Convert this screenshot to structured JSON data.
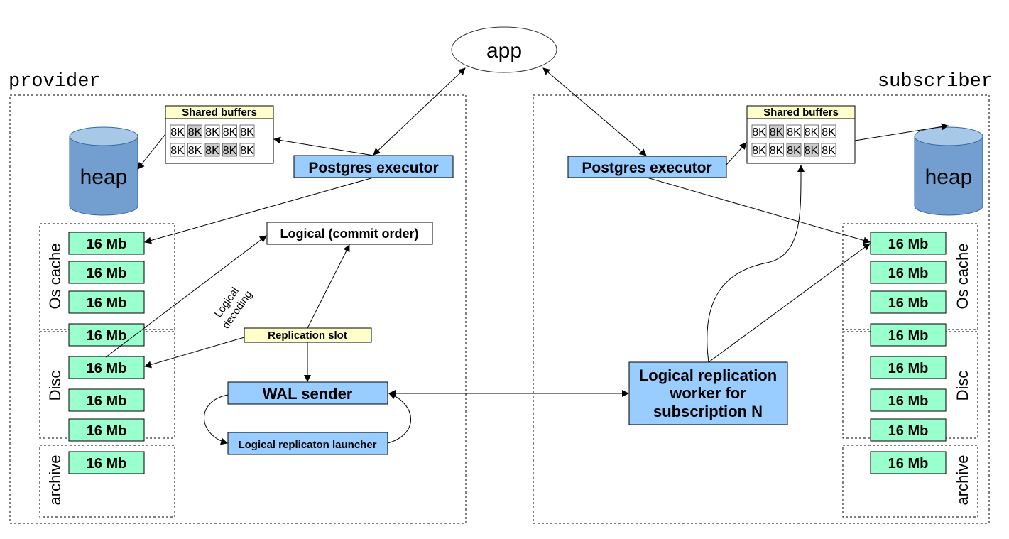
{
  "app": {
    "label": "app"
  },
  "provider": {
    "title": "provider",
    "shared_buffers": {
      "title": "Shared buffers",
      "rows": [
        [
          {
            "label": "8K",
            "dirty": false
          },
          {
            "label": "8K",
            "dirty": true
          },
          {
            "label": "8K",
            "dirty": false
          },
          {
            "label": "8K",
            "dirty": false
          },
          {
            "label": "8K",
            "dirty": false
          }
        ],
        [
          {
            "label": "8K",
            "dirty": false
          },
          {
            "label": "8K",
            "dirty": false
          },
          {
            "label": "8K",
            "dirty": true
          },
          {
            "label": "8K",
            "dirty": true
          },
          {
            "label": "8K",
            "dirty": false
          }
        ]
      ]
    },
    "heap": {
      "label": "heap"
    },
    "executor": {
      "label": "Postgres executor"
    },
    "os_cache": {
      "label": "Os cache",
      "segments": [
        "16 Mb",
        "16 Mb",
        "16 Mb"
      ]
    },
    "disc": {
      "label": "Disc",
      "segments": [
        "16 Mb",
        "16 Mb",
        "16 Mb",
        "16 Mb"
      ]
    },
    "archive": {
      "label": "archive",
      "segments": [
        "16 Mb"
      ]
    },
    "logical_commit_order": {
      "label": "Logical (commit order)"
    },
    "logical_decoding": {
      "line1": "Logical",
      "line2": "decoding"
    },
    "replication_slot": {
      "label": "Replication slot"
    },
    "wal_sender": {
      "label": "WAL sender"
    },
    "launcher": {
      "label": "Logical replicaton launcher"
    }
  },
  "subscriber": {
    "title": "subscriber",
    "shared_buffers": {
      "title": "Shared buffers",
      "rows": [
        [
          {
            "label": "8K",
            "dirty": false
          },
          {
            "label": "8K",
            "dirty": true
          },
          {
            "label": "8K",
            "dirty": false
          },
          {
            "label": "8K",
            "dirty": false
          },
          {
            "label": "8K",
            "dirty": false
          }
        ],
        [
          {
            "label": "8K",
            "dirty": false
          },
          {
            "label": "8K",
            "dirty": false
          },
          {
            "label": "8K",
            "dirty": true
          },
          {
            "label": "8K",
            "dirty": true
          },
          {
            "label": "8K",
            "dirty": false
          }
        ]
      ]
    },
    "heap": {
      "label": "heap"
    },
    "executor": {
      "label": "Postgres executor"
    },
    "os_cache": {
      "label": "Os cache",
      "segments": [
        "16 Mb",
        "16 Mb",
        "16 Mb"
      ]
    },
    "disc": {
      "label": "Disc",
      "segments": [
        "16 Mb",
        "16 Mb",
        "16 Mb",
        "16 Mb"
      ]
    },
    "archive": {
      "label": "archive",
      "segments": [
        "16 Mb"
      ]
    },
    "worker": {
      "line1": "Logical replication",
      "line2": "worker for",
      "line3": "subscription N"
    }
  },
  "colors": {
    "process_fill": "#99ccff",
    "segment_fill": "#99ffcc",
    "label_fill": "#ffffcc",
    "heap_fill": "#729fcf",
    "heap_top": "#a8c8e8",
    "dirty_cell": "#cccccc"
  }
}
